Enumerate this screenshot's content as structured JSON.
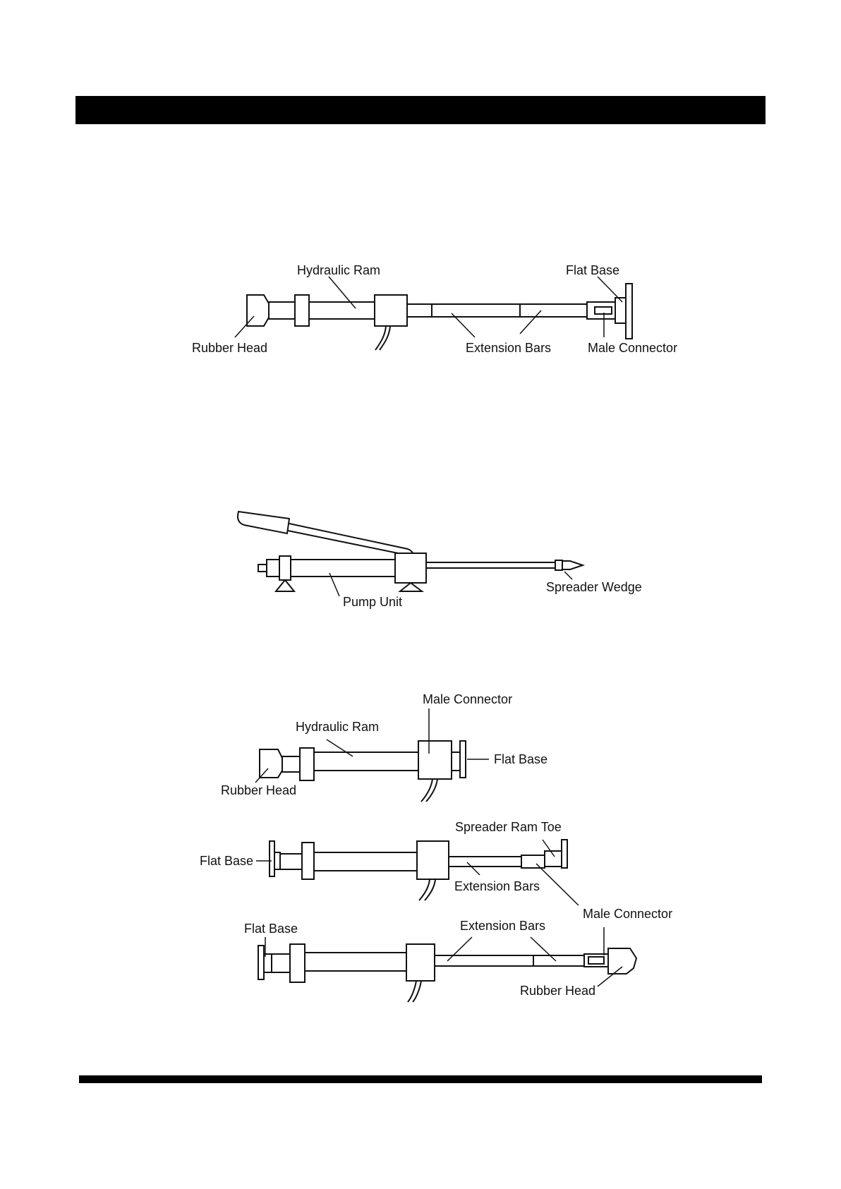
{
  "colors": {
    "ink": "#000000",
    "background": "#ffffff"
  },
  "diagram_1": {
    "labels": {
      "hydraulic_ram": "Hydraulic Ram",
      "flat_base": "Flat Base",
      "rubber_head": "Rubber Head",
      "extension_bars": "Extension Bars",
      "male_connector": "Male Connector"
    }
  },
  "diagram_2": {
    "labels": {
      "spreader_wedge": "Spreader Wedge",
      "pump_unit": "Pump Unit"
    }
  },
  "diagram_3": {
    "labels": {
      "male_connector": "Male Connector",
      "hydraulic_ram": "Hydraulic Ram",
      "flat_base": "Flat Base",
      "rubber_head": "Rubber Head"
    }
  },
  "diagram_4": {
    "labels": {
      "spreader_ram_toe": "Spreader Ram Toe",
      "flat_base": "Flat Base",
      "extension_bars": "Extension Bars",
      "male_connector": "Male Connector"
    }
  },
  "diagram_5": {
    "labels": {
      "flat_base": "Flat Base",
      "extension_bars": "Extension Bars",
      "rubber_head": "Rubber Head"
    }
  }
}
